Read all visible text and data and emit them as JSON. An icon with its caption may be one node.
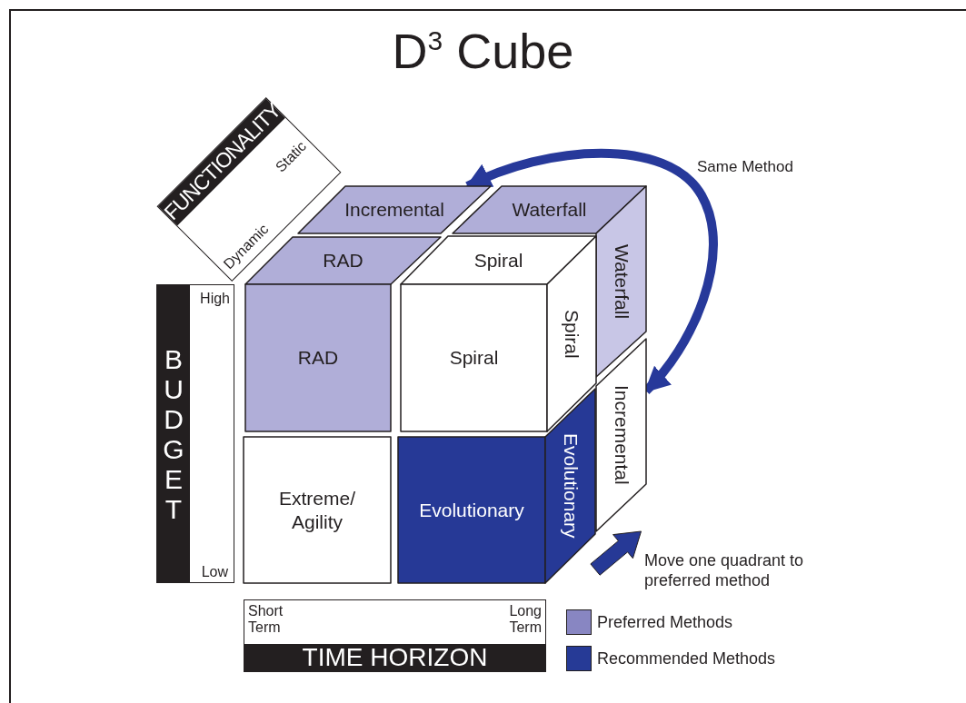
{
  "diagram": {
    "title": "D$^{3}$ Cube",
    "nodes": [
      {
        "text": [
          "FUNCTIONALITY",
          "Static",
          "Dynamic"
        ]
      },
      {
        "text": [
          "Incremental"
        ]
      },
      {
        "text": [
          "Waterfall"
        ]
      },
      {
        "text": [
          "RAD"
        ]
      },
      {
        "text": [
          "Spiral"
        ]
      },
      {
        "text": [
          "Waterfall"
        ]
      },
      {
        "text": [
          "BUDGET",
          "High",
          "Low"
        ]
      },
      {
        "text": [
          "RAD"
        ]
      },
      {
        "text": [
          "Spiral"
        ]
      },
      {
        "text": [
          "Spiral"
        ]
      },
      {
        "text": [
          "Incremental"
        ]
      },
      {
        "text": [
          "Extreme/ Agility"
        ]
      },
      {
        "text": [
          "Evolutionary"
        ]
      },
      {
        "text": [
          "Evolutionary"
        ]
      },
      {
        "text": [
          "Short Term",
          "Long Term",
          "TIME HORIZON"
        ]
      }
    ],
    "edges": [
      {
        "from": 1,
        "to": 10,
        "arrow": "both",
        "label": "Same Method"
      },
      {
        "from": 13,
        "to": 10,
        "arrow": "to",
        "label": "Move one quadrant to preferred method"
      }
    ],
    "legend": [
      {
        "text": "Preferred Methods",
        "color": "#8886c2"
      },
      {
        "text": "Recommended Methods",
        "color": "#263a96"
      }
    ]
  }
}
